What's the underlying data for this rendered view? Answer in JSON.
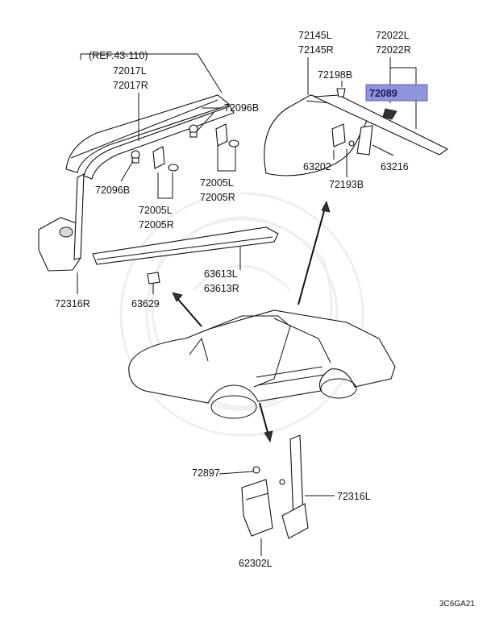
{
  "watermark_description": "faint dragon crest emblem in center background",
  "hover_highlight": {
    "part": "72089",
    "color": "#8f95dd"
  },
  "labels": {
    "ref": "(REF.43-110)",
    "p72017L": "72017L",
    "p72017R": "72017R",
    "p72096B_top": "72096B",
    "p72096B_left": "72096B",
    "p72005L_a": "72005L",
    "p72005R_a": "72005R",
    "p72005L_b": "72005L",
    "p72005R_b": "72005R",
    "p72145L": "72145L",
    "p72145R": "72145R",
    "p72022L": "72022L",
    "p72022R": "72022R",
    "p72198B": "72198B",
    "p72089": "72089",
    "p63202": "63202",
    "p63216": "63216",
    "p72193B": "72193B",
    "p63613L": "63613L",
    "p63613R": "63613R",
    "p72316R": "72316R",
    "p63629": "63629",
    "p72897": "72897",
    "p72316L": "72316L",
    "p62302L": "62302L",
    "code": "3C6GA21"
  }
}
